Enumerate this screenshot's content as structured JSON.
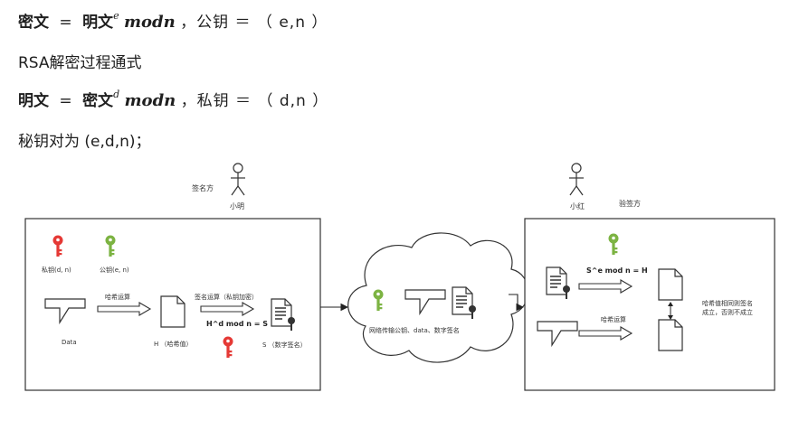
{
  "formula_encrypt": {
    "lhs": "密文",
    "equals": "=",
    "rhs": "明文",
    "exponent": "e",
    "mod": "modn",
    "key_label": "，公钥 ＝ （ e,n ）"
  },
  "decrypt_heading": "RSA解密过程通式",
  "formula_decrypt": {
    "lhs": "明文",
    "equals": "=",
    "rhs": "密文",
    "exponent": "d",
    "mod": "modn",
    "key_label": "，私钥 ＝ （ d,n ）"
  },
  "key_pair_line": "秘钥对为 (e,d,n)；",
  "diagram": {
    "signer_caption": "签名方",
    "signer_name": "小明",
    "private_key_label": "私钥(d, n)",
    "public_key_label": "公钥(e, n)",
    "hash_op_label": "哈希运算",
    "sign_op_label": "签名运算（私钥加密）",
    "data_label": "Data",
    "hash_value_label": "H （哈希值）",
    "signature_label": "S （数字签名）",
    "sign_formula": "H^d mod n = S",
    "cloud_label": "网络传输公钥、data、数字签名",
    "verifier_name": "小红",
    "verifier_caption": "验签方",
    "verify_formula": "S^e mod n = H",
    "verify_hash_label": "哈希运算",
    "result_line1": "哈希值相同则签名",
    "result_line2": "成立，否则不成立",
    "colors": {
      "red_key": "#e53935",
      "green_key": "#7cb342"
    }
  }
}
